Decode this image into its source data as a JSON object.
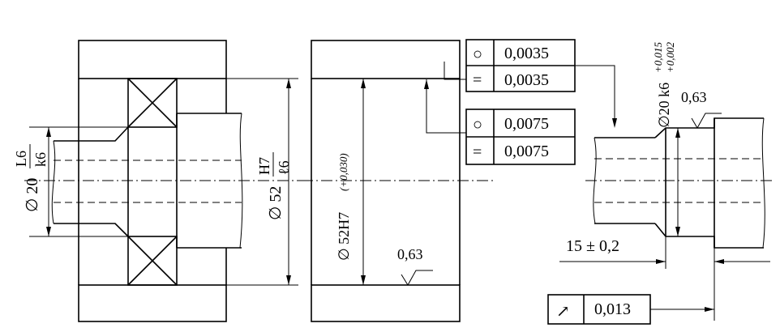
{
  "left_view": {
    "shaft_fit": {
      "prefix": "∅ 20",
      "numerator": "L6",
      "denominator": "k6"
    },
    "housing_fit": {
      "prefix": "∅ 52",
      "numerator": "H7",
      "denominator": "ℓ6"
    }
  },
  "middle_view": {
    "bore_label": "∅ 52H7",
    "bore_tolerance": "(+0,030)",
    "roughness": "0,63",
    "tolerance_frames": [
      {
        "symbol": "○",
        "value": "0,0035"
      },
      {
        "symbol": "=",
        "value": "0,0035"
      },
      {
        "symbol": "○",
        "value": "0,0075"
      },
      {
        "symbol": "=",
        "value": "0,0075"
      }
    ]
  },
  "right_view": {
    "journal_label": "∅20 k6",
    "upper_deviation": "+0,015",
    "lower_deviation": "+0,002",
    "roughness": "0,63",
    "length_dim": "15 ± 0,2",
    "runout": {
      "symbol": "↗",
      "value": "0,013"
    }
  }
}
